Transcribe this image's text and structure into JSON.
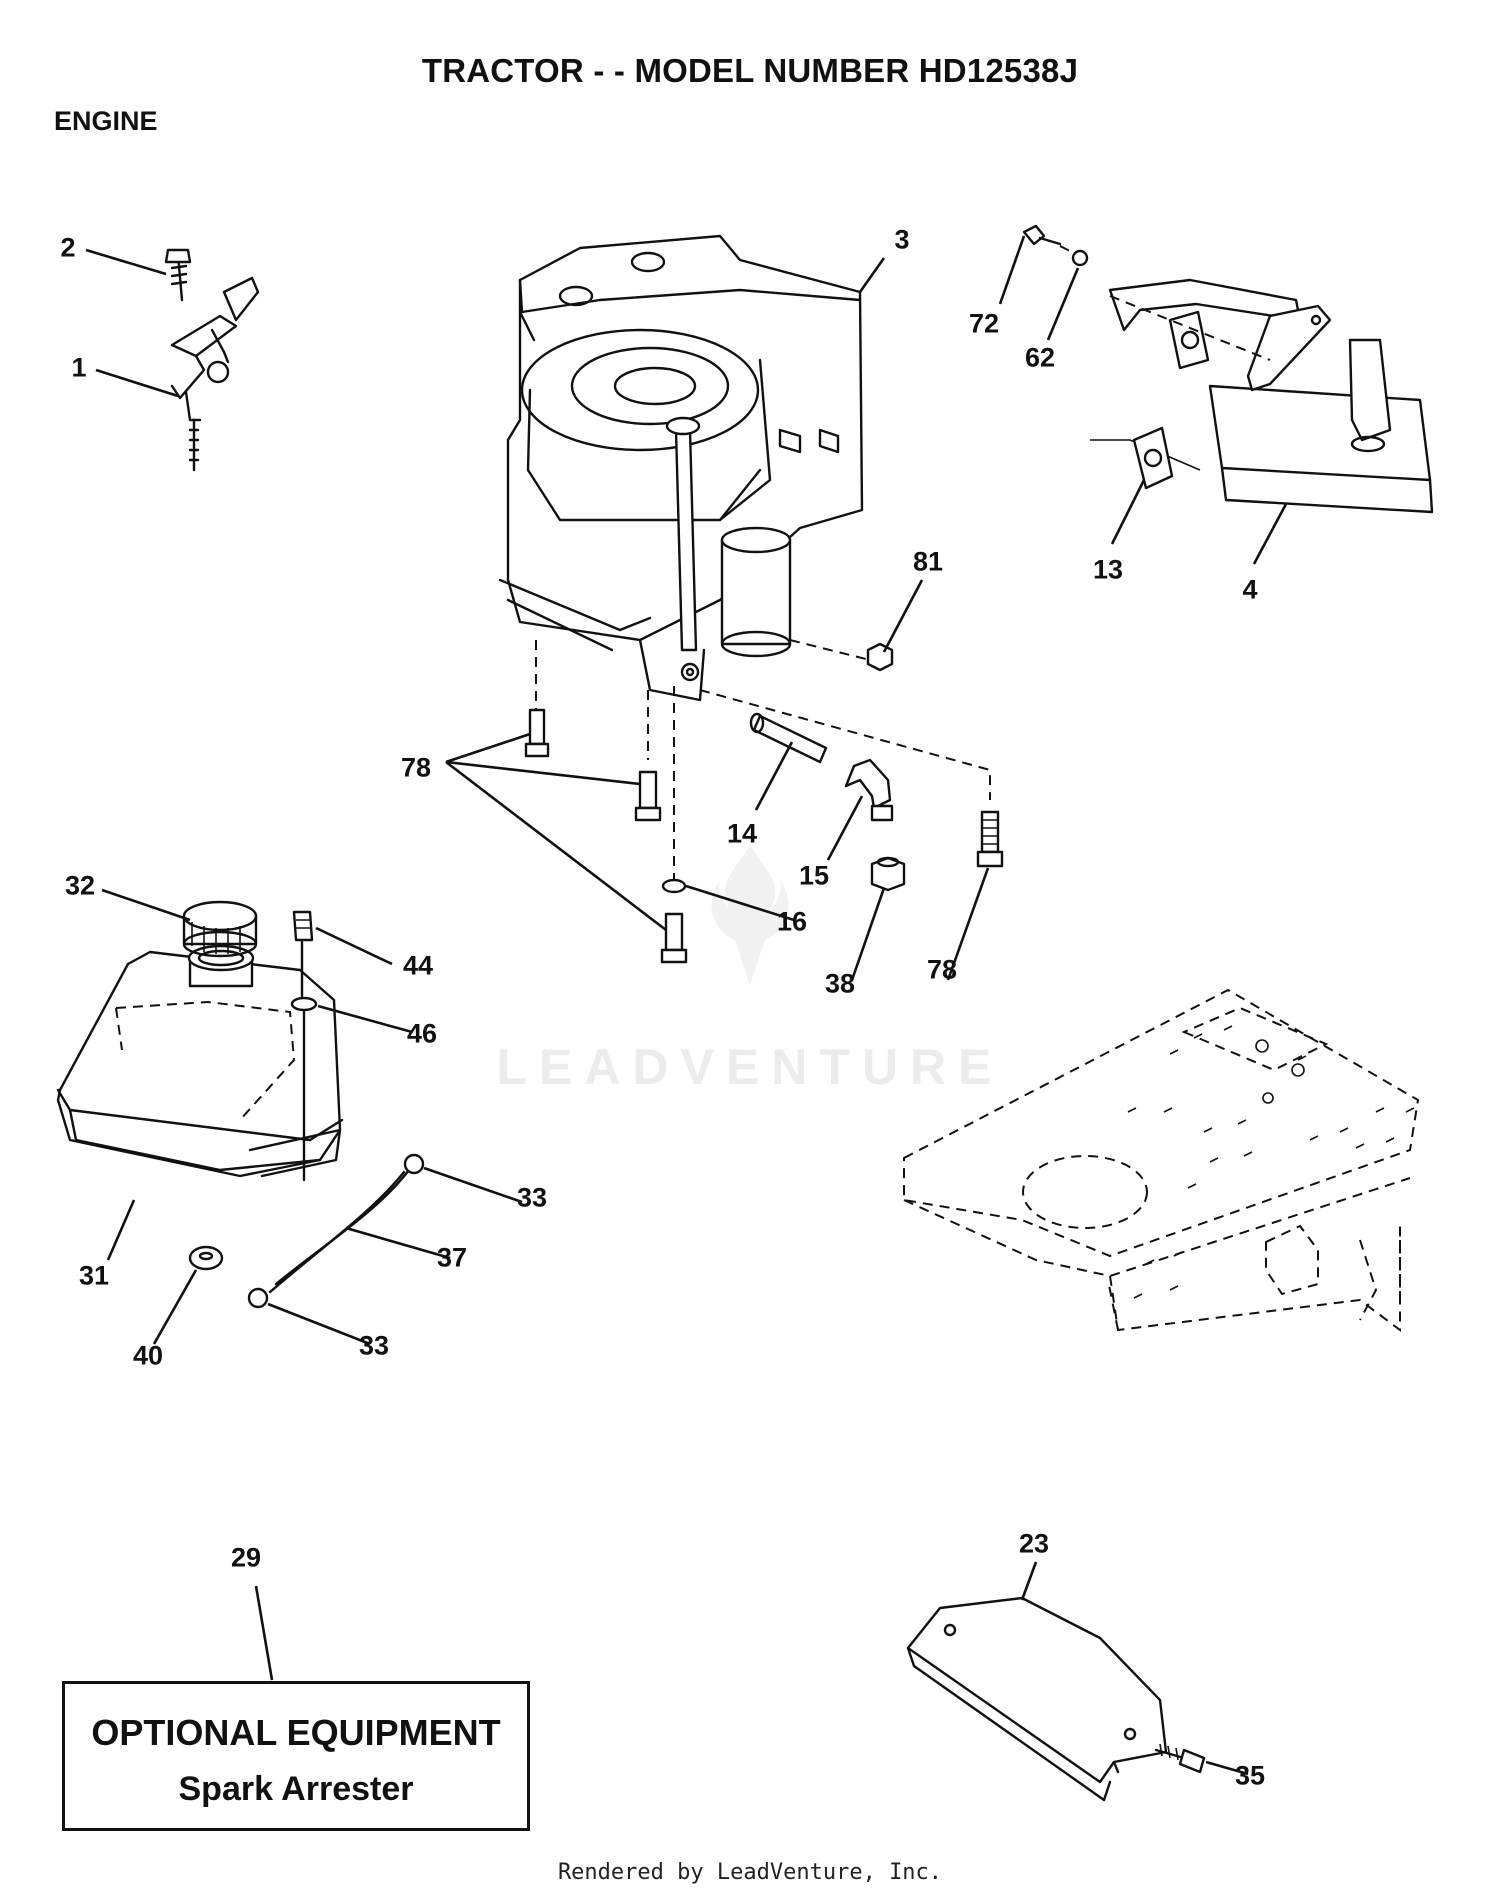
{
  "title": "TRACTOR - - MODEL NUMBER HD12538J",
  "section": "ENGINE",
  "optional_box": {
    "line1": "OPTIONAL EQUIPMENT",
    "line2": "Spark Arrester"
  },
  "watermark": "LEADVENTURE",
  "footer": "Rendered by LeadVenture, Inc.",
  "callouts": [
    {
      "id": "c-2",
      "label": "2"
    },
    {
      "id": "c-1",
      "label": "1"
    },
    {
      "id": "c-3",
      "label": "3"
    },
    {
      "id": "c-72",
      "label": "72"
    },
    {
      "id": "c-62",
      "label": "62"
    },
    {
      "id": "c-13",
      "label": "13"
    },
    {
      "id": "c-4",
      "label": "4"
    },
    {
      "id": "c-81",
      "label": "81"
    },
    {
      "id": "c-78a",
      "label": "78"
    },
    {
      "id": "c-14",
      "label": "14"
    },
    {
      "id": "c-15",
      "label": "15"
    },
    {
      "id": "c-16",
      "label": "16"
    },
    {
      "id": "c-38",
      "label": "38"
    },
    {
      "id": "c-78b",
      "label": "78"
    },
    {
      "id": "c-32",
      "label": "32"
    },
    {
      "id": "c-44",
      "label": "44"
    },
    {
      "id": "c-46",
      "label": "46"
    },
    {
      "id": "c-33a",
      "label": "33"
    },
    {
      "id": "c-37",
      "label": "37"
    },
    {
      "id": "c-31",
      "label": "31"
    },
    {
      "id": "c-40",
      "label": "40"
    },
    {
      "id": "c-33b",
      "label": "33"
    },
    {
      "id": "c-29",
      "label": "29"
    },
    {
      "id": "c-23",
      "label": "23"
    },
    {
      "id": "c-35",
      "label": "35"
    }
  ]
}
